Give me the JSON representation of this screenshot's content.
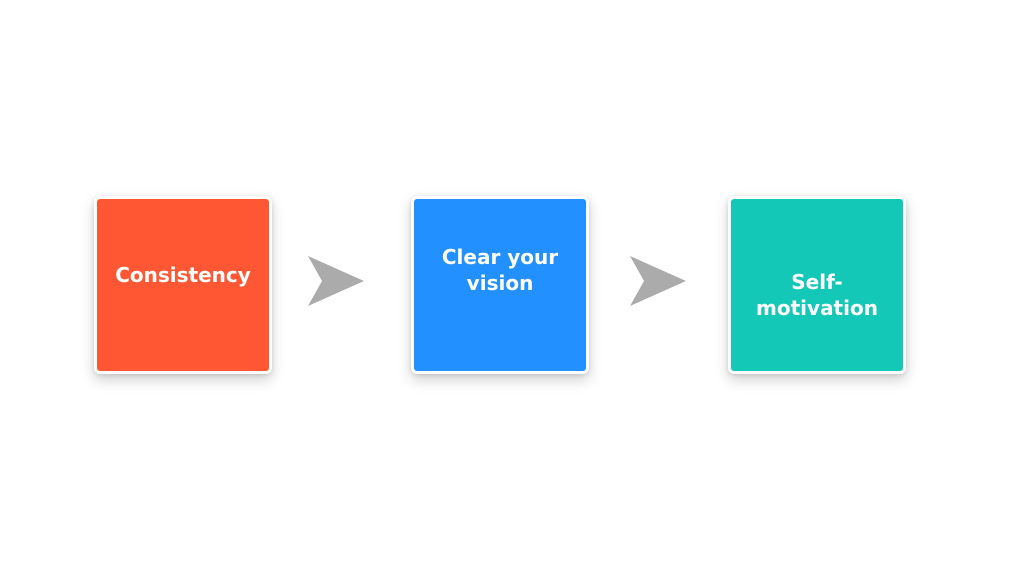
{
  "steps": [
    {
      "label": "Consistency",
      "color": "#FF5733"
    },
    {
      "label": "Clear your vision",
      "color": "#2290FF"
    },
    {
      "label": "Self-motivation",
      "color": "#14C8B8"
    }
  ],
  "arrow_color": "#ABABAB"
}
